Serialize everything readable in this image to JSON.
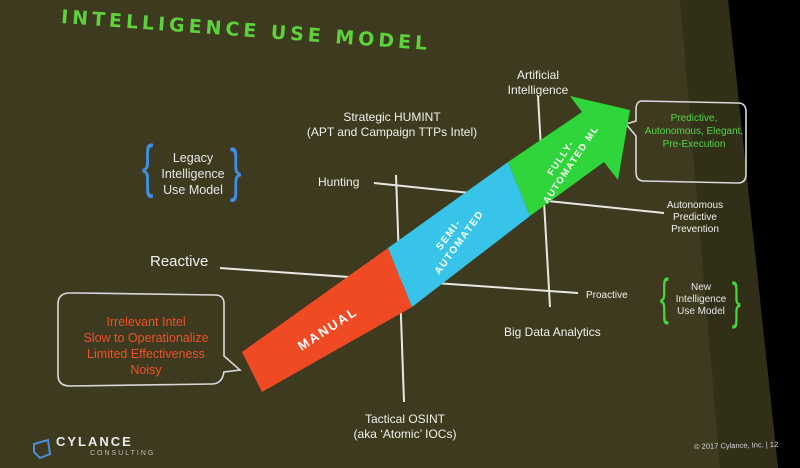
{
  "title": "INTELLIGENCE USE MODEL",
  "axes": {
    "top": [
      "Artificial",
      "Intelligence"
    ],
    "bottom": [
      "Tactical OSINT",
      "(aka ‘Atomic’ IOCs)"
    ],
    "left": "Reactive",
    "right": "Proactive",
    "upper_top": [
      "Strategic HUMINT",
      "(APT and Campaign TTPs Intel)"
    ],
    "upper_left": "Hunting",
    "upper_right": [
      "Autonomous",
      "Predictive",
      "Prevention"
    ],
    "lower_bottom": "Big Data Analytics"
  },
  "arrow": {
    "segments": [
      {
        "label": "MANUAL",
        "color": "#ef4a23"
      },
      {
        "label": "SEMI-\nAUTOMATED",
        "color": "#38c4e8"
      },
      {
        "label": "FULLY-\nAUTOMATED ML",
        "color": "#2fd53a"
      }
    ]
  },
  "legacy": [
    "Legacy",
    "Intelligence",
    "Use Model"
  ],
  "new_model": [
    "New",
    "Intelligence",
    "Use Model"
  ],
  "predictive": [
    "Predictive,",
    "Autonomous, Elegant,",
    "Pre-Execution"
  ],
  "irrelevant": [
    "Irrelevant Intel",
    "Slow to Operationalize",
    "Limited Effectiveness",
    "Noisy"
  ],
  "logo": {
    "main": "CYLANCE",
    "sub": "CONSULTING"
  },
  "footer": "© 2017 Cylance, Inc.  |  12",
  "colors": {
    "slide_bg": "#3d3a1f",
    "green": "#47d43c",
    "blue": "#3f8ee8",
    "orange": "#ef4a23"
  }
}
